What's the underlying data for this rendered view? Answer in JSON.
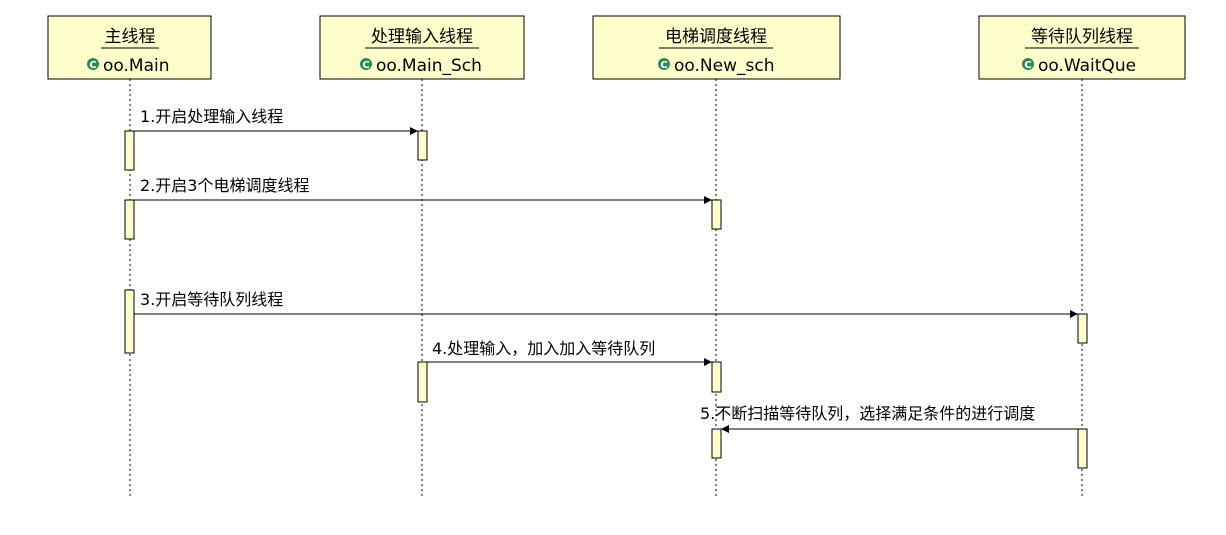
{
  "participants": [
    {
      "id": "main",
      "title": "主线程",
      "subtitle": "oo.Main",
      "icon": "class-icon"
    },
    {
      "id": "main_sch",
      "title": "处理输入线程",
      "subtitle": "oo.Main_Sch",
      "icon": "class-icon"
    },
    {
      "id": "new_sch",
      "title": "电梯调度线程",
      "subtitle": "oo.New_sch",
      "icon": "class-icon"
    },
    {
      "id": "waitque",
      "title": "等待队列线程",
      "subtitle": "oo.WaitQue",
      "icon": "class-icon"
    }
  ],
  "messages": [
    {
      "label": "1.开启处理输入线程",
      "from": "main",
      "to": "main_sch"
    },
    {
      "label": "2.开启3个电梯调度线程",
      "from": "main",
      "to": "new_sch"
    },
    {
      "label": "3.开启等待队列线程",
      "from": "main",
      "to": "waitque"
    },
    {
      "label": "4.处理输入，加入加入等待队列",
      "from": "main_sch",
      "to": "new_sch"
    },
    {
      "label": "5.不断扫描等待队列，选择满足条件的进行调度",
      "from": "waitque",
      "to": "new_sch"
    }
  ],
  "colors": {
    "box_fill": "#ffffcc",
    "activation_fill": "#ffffcc",
    "stroke": "#000000",
    "icon_green": "#2e8b57"
  }
}
